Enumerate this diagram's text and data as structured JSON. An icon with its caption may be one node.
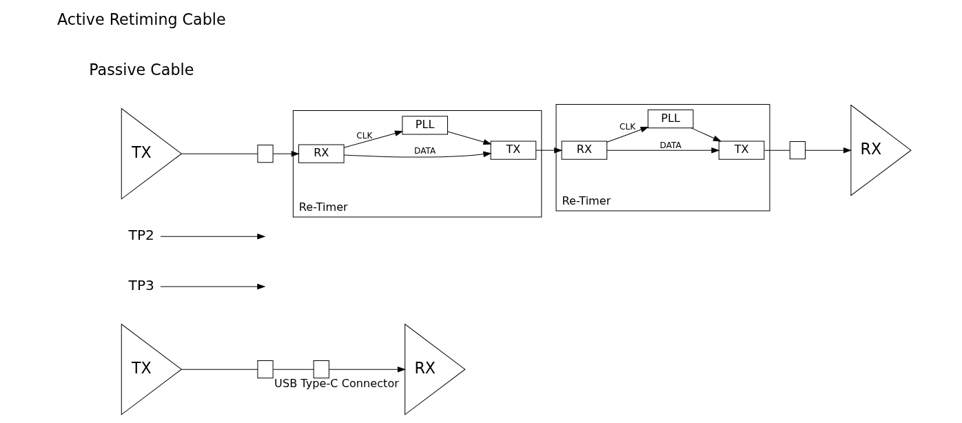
{
  "diagram": {
    "nodes": [
      {
        "text": [
          "TX"
        ]
      },
      {
        "text": [],
        "shape": "box",
        "beside": [
          "USB Type-C Connector"
        ]
      },
      {
        "text": [],
        "shape": "box"
      },
      {
        "text": [
          "RX"
        ]
      },
      {
        "text": [
          "TP3"
        ]
      },
      {
        "text": [
          "TP2"
        ]
      },
      {
        "text": [
          "TX"
        ]
      },
      {
        "text": [],
        "shape": "box"
      },
      {
        "text": [
          "Re-Timer"
        ]
      },
      {
        "text": [
          "RX"
        ],
        "in": 8
      },
      {
        "text": [
          "TX"
        ],
        "in": 8
      },
      {
        "text": [
          "PLL"
        ],
        "in": 8
      },
      {
        "text": [
          "Re-Timer"
        ]
      },
      {
        "text": [
          "RX"
        ],
        "in": 12
      },
      {
        "text": [
          "TX"
        ],
        "in": 12
      },
      {
        "text": [
          "PLL"
        ],
        "in": 12
      },
      {
        "text": [],
        "shape": "box"
      },
      {
        "text": [
          "RX"
        ]
      }
    ],
    "edges": [
      {
        "from": 0,
        "to": 1,
        "arrow": "none"
      },
      {
        "from": 1,
        "to": 2,
        "arrow": "none"
      },
      {
        "from": 2,
        "to": 3,
        "arrow": "to"
      },
      {
        "from": 4,
        "to": null,
        "arrow": "to"
      },
      {
        "from": 5,
        "to": null,
        "arrow": "to"
      },
      {
        "from": 6,
        "to": 7,
        "arrow": "none"
      },
      {
        "from": 7,
        "to": 9,
        "arrow": "to"
      },
      {
        "from": 9,
        "to": 10,
        "arrow": "to",
        "label": "DATA"
      },
      {
        "from": 9,
        "to": 11,
        "arrow": "to",
        "label": "CLK"
      },
      {
        "from": 11,
        "to": 10,
        "arrow": "to"
      },
      {
        "from": 10,
        "to": 13,
        "arrow": "to"
      },
      {
        "from": 13,
        "to": 14,
        "arrow": "to",
        "label": "DATA"
      },
      {
        "from": 13,
        "to": 15,
        "arrow": "to",
        "label": "CLK"
      },
      {
        "from": 15,
        "to": 14,
        "arrow": "to"
      },
      {
        "from": 14,
        "to": 16,
        "arrow": "none"
      },
      {
        "from": 16,
        "to": 17,
        "arrow": "to"
      }
    ],
    "labels": [
      "Passive Cable",
      "Active Retiming Cable"
    ]
  }
}
